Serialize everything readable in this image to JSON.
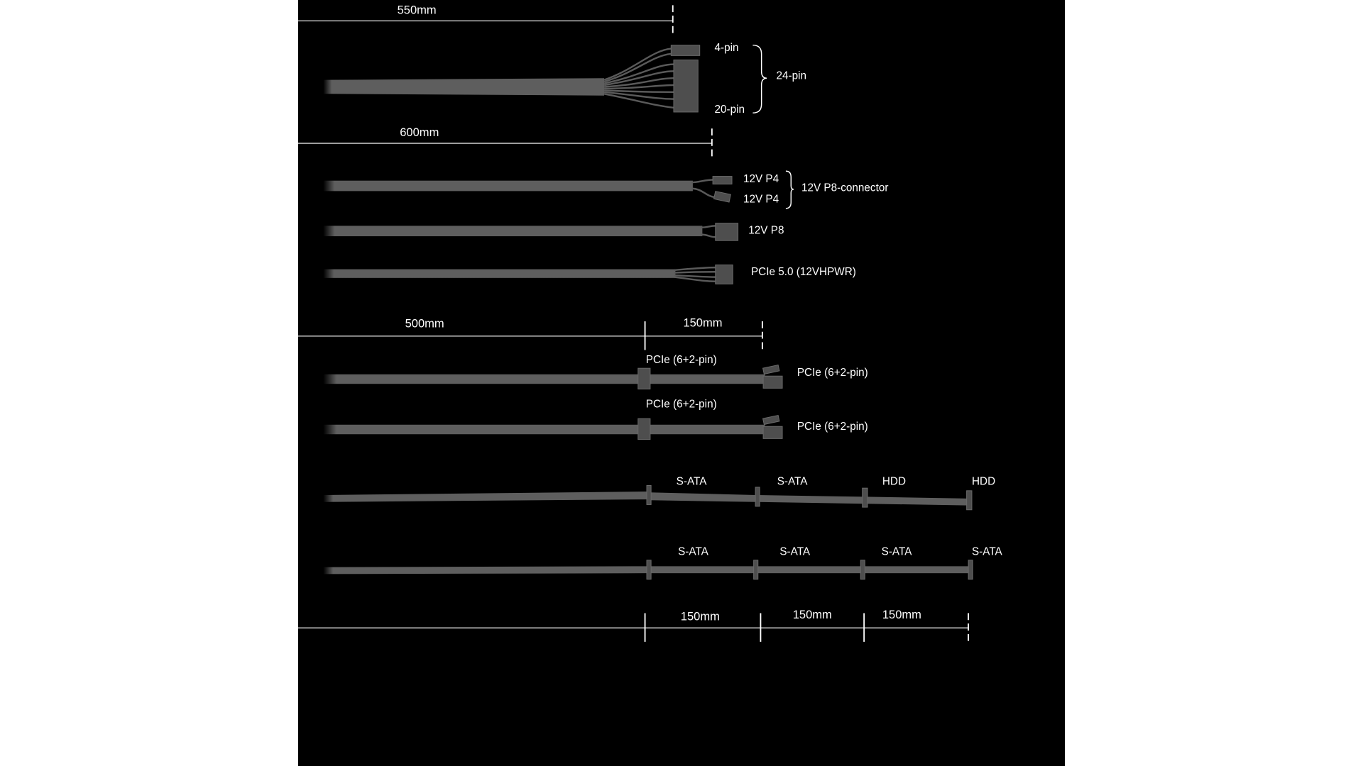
{
  "colors": {
    "background": "#000000",
    "cable": "#5e5e5e",
    "text": "#ffffff",
    "page": "#ffffff"
  },
  "atx": {
    "length": "550mm",
    "label_4pin": "4-pin",
    "label_20pin": "20-pin",
    "label_24pin": "24-pin"
  },
  "cpu": {
    "length": "600mm",
    "p4_a": "12V P4",
    "p4_b": "12V P4",
    "p8_connector": "12V P8-connector",
    "p8": "12V P8",
    "pcie5": "PCIe 5.0 (12VHPWR)"
  },
  "pcie": {
    "length_main": "500mm",
    "length_ext": "150mm",
    "cable1_mid": "PCIe (6+2-pin)",
    "cable1_end": "PCIe (6+2-pin)",
    "cable2_mid": "PCIe (6+2-pin)",
    "cable2_end": "PCIe (6+2-pin)"
  },
  "sata1": {
    "labels": [
      "S-ATA",
      "S-ATA",
      "HDD",
      "HDD"
    ]
  },
  "sata2": {
    "labels": [
      "S-ATA",
      "S-ATA",
      "S-ATA",
      "S-ATA"
    ]
  },
  "bottom_ruler": {
    "segments": [
      "150mm",
      "150mm",
      "150mm"
    ]
  }
}
